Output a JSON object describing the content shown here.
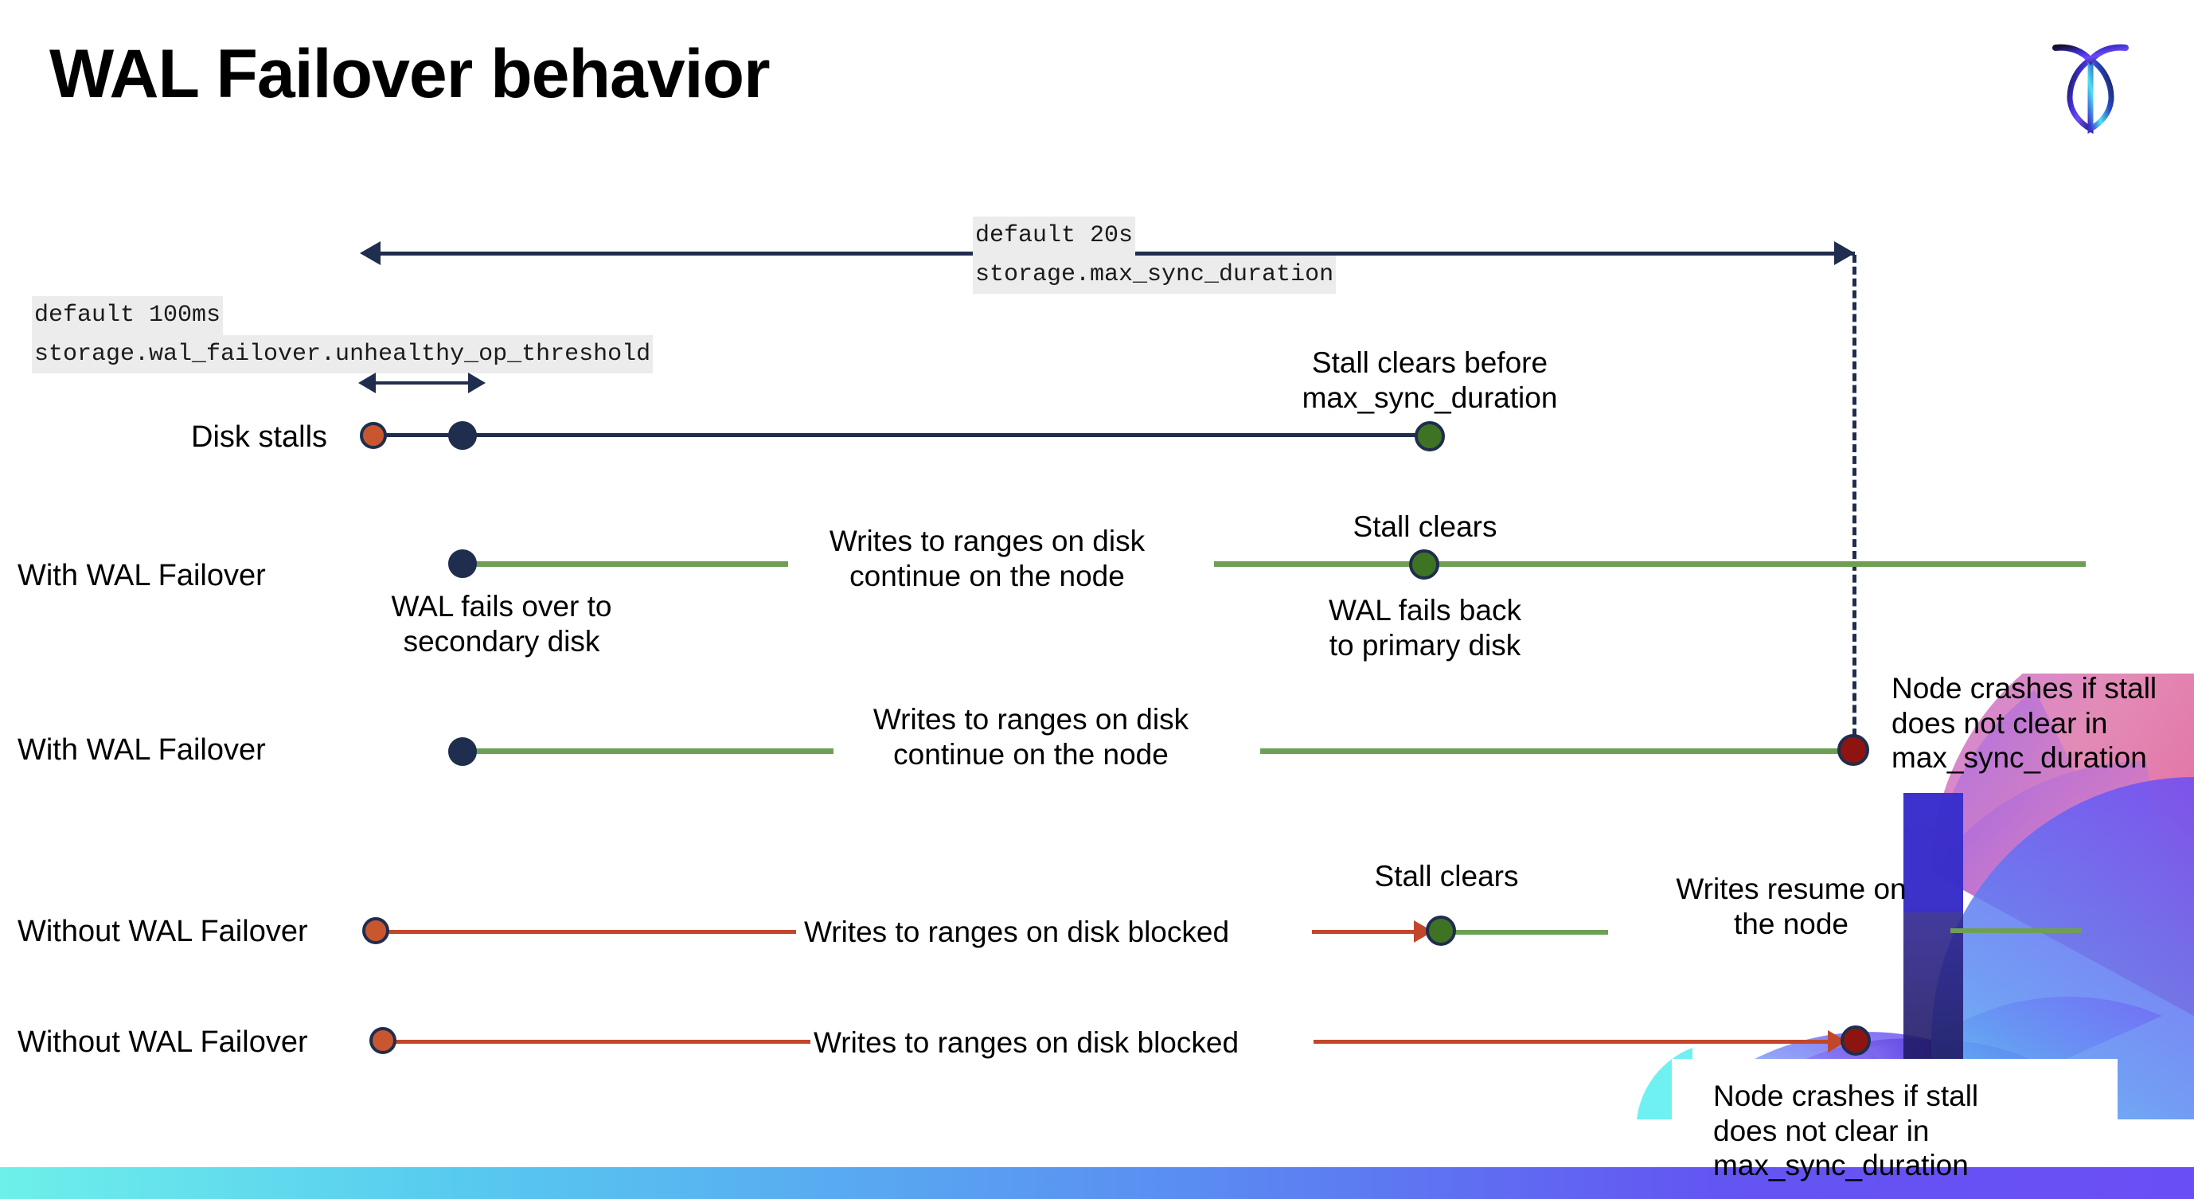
{
  "slide": {
    "title": "WAL Failover behavior",
    "logo_icon": "cockroach-labs-logo"
  },
  "settings": {
    "max_sync": {
      "default_label": "default 20s",
      "setting_name": "storage.max_sync_duration"
    },
    "unhealthy_op": {
      "default_label": "default 100ms",
      "setting_name": "storage.wal_failover.unhealthy_op_threshold"
    }
  },
  "rows": [
    {
      "label": "Disk stalls"
    },
    {
      "label": "With WAL Failover"
    },
    {
      "label": "With WAL Failover"
    },
    {
      "label": "Without WAL Failover"
    },
    {
      "label": "Without WAL Failover"
    }
  ],
  "annotations": {
    "stall_clears_before": "Stall clears before\nmax_sync_duration",
    "stall_clears_before_l1": "Stall clears before",
    "stall_clears_before_l2": "max_sync_duration",
    "writes_continue_l1": "Writes to ranges on disk",
    "writes_continue_l2": "continue on the node",
    "stall_clears": "Stall clears",
    "wal_fails_over_l1": "WAL fails over to",
    "wal_fails_over_l2": "secondary disk",
    "wal_fails_back_l1": "WAL fails  back",
    "wal_fails_back_l2": "to primary disk",
    "node_crashes_l1": "Node crashes if stall",
    "node_crashes_l2": "does not clear in",
    "node_crashes_l3": "max_sync_duration",
    "writes_blocked": "Writes to ranges on disk  blocked",
    "writes_resume_l1": "Writes resume on",
    "writes_resume_l2": "the node"
  },
  "colors": {
    "navy": "#1f2d4e",
    "green": "#6f9f55",
    "green_dot": "#3f7324",
    "orange": "#c2472a",
    "orange_dot": "#c8562f",
    "dark_red": "#8d1410",
    "code_bg": "#ececec"
  }
}
